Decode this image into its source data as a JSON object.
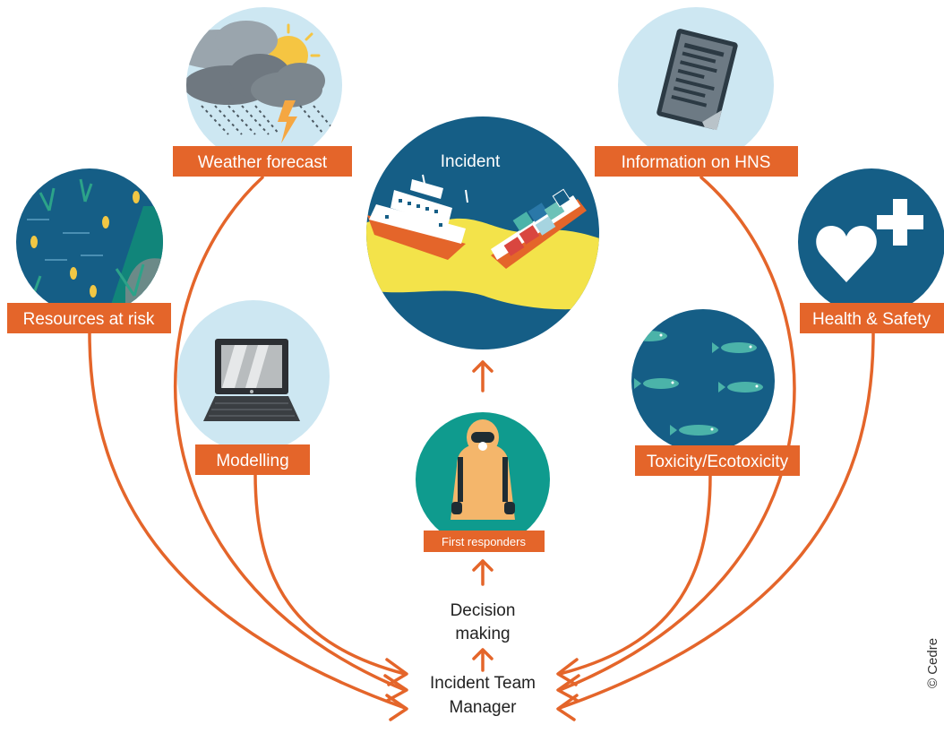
{
  "nodes": {
    "weather": {
      "label": "Weather forecast",
      "icon": "weather-cloud-sun-rain-icon"
    },
    "resources": {
      "label": "Resources at risk",
      "icon": "wetland-reeds-icon"
    },
    "modelling": {
      "label": "Modelling",
      "icon": "laptop-icon"
    },
    "incident": {
      "label": "Incident",
      "icon": "sinking-ships-spill-icon"
    },
    "first_responders": {
      "label": "First responders",
      "icon": "hazmat-suit-person-icon"
    },
    "information": {
      "label": "Information on HNS",
      "icon": "document-sheet-icon"
    },
    "health": {
      "label": "Health & Safety",
      "icon": "heart-plus-icon"
    },
    "toxicity": {
      "label": "Toxicity/Ecotoxicity",
      "icon": "fish-school-icon"
    }
  },
  "decision": {
    "line1": "Decision",
    "line2": "making"
  },
  "manager": {
    "line1": "Incident Team",
    "line2": "Manager"
  },
  "credit": "© Cedre",
  "colors": {
    "orange": "#e4652a",
    "dark_blue": "#155e86",
    "light_blue": "#cde7f2",
    "teal": "#0f9b8e",
    "yellow": "#f3e34a"
  }
}
